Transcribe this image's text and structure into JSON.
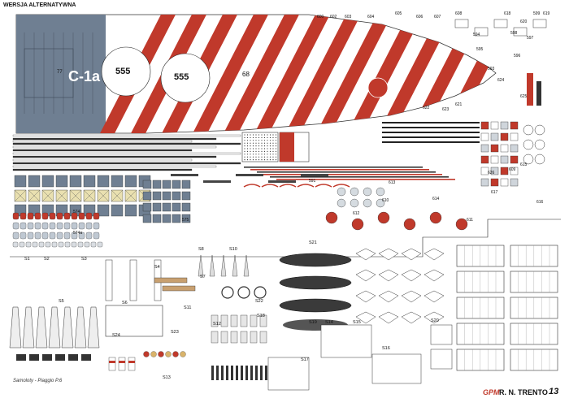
{
  "header": {
    "variant": "WERSJA ALTERNATYWNA"
  },
  "hull": {
    "code": "C-1a",
    "number": "555",
    "number_2": "555",
    "mark_68": "68",
    "mark_77": "77"
  },
  "footer": {
    "caption": "Samoloty - Piaggio P.6",
    "brand": "GPM",
    "ship": "R. N. TRENTO",
    "page": "13"
  },
  "section_labels": [
    "S1",
    "S2",
    "S3",
    "S4",
    "S5",
    "S6",
    "S7",
    "S8",
    "S10",
    "S11",
    "S12",
    "S13",
    "S14",
    "S15",
    "S16",
    "S17",
    "S18",
    "S19",
    "S20",
    "S21",
    "S22",
    "S23",
    "S24"
  ],
  "part_labels": [
    "574",
    "574a",
    "575",
    "591",
    "593",
    "594",
    "595",
    "596",
    "597",
    "598",
    "599",
    "600",
    "602",
    "603",
    "604",
    "605",
    "606",
    "607",
    "608",
    "609",
    "610",
    "611",
    "612",
    "613",
    "614",
    "615",
    "616",
    "617",
    "618",
    "619",
    "620",
    "621",
    "622",
    "623",
    "624",
    "625",
    "626"
  ],
  "colors": {
    "hull_grey": "#6f7f92",
    "stripe_red": "#c0392b",
    "white": "#ffffff",
    "deck_tan": "#c8a070",
    "beige": "#e9e0b0",
    "dark": "#222222"
  }
}
